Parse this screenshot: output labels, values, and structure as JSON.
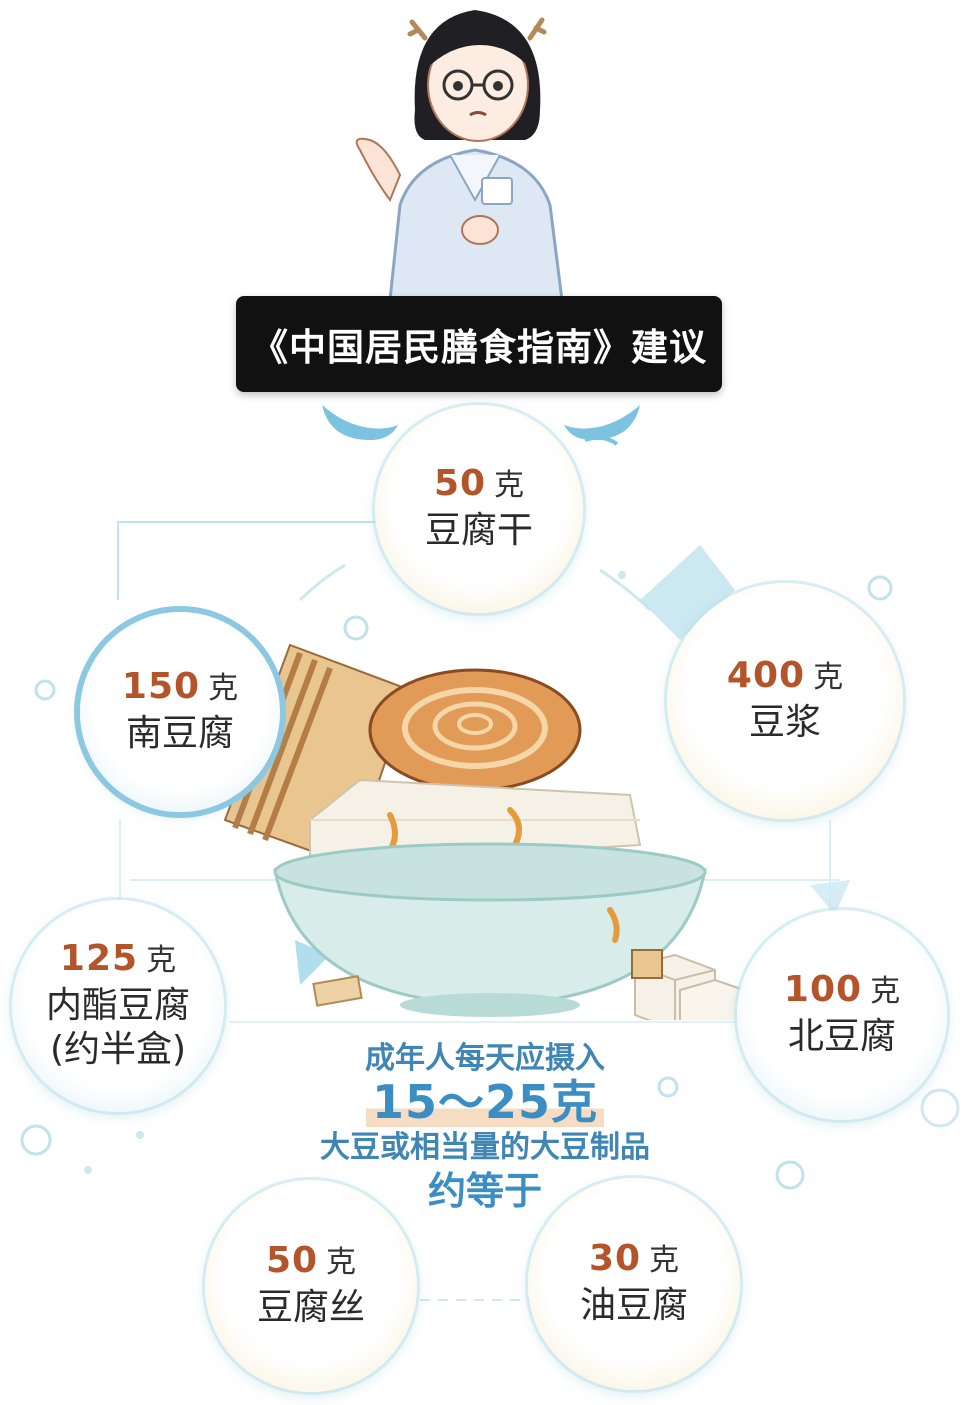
{
  "title": "《中国居民膳食指南》建议",
  "items": [
    {
      "num": "50",
      "unit": "克",
      "name": "豆腐干"
    },
    {
      "num": "400",
      "unit": "克",
      "name": "豆浆"
    },
    {
      "num": "150",
      "unit": "克",
      "name": "南豆腐"
    },
    {
      "num": "125",
      "unit": "克",
      "name": "内酯豆腐",
      "note": "(约半盒)"
    },
    {
      "num": "100",
      "unit": "克",
      "name": "北豆腐"
    },
    {
      "num": "50",
      "unit": "克",
      "name": "豆腐丝"
    },
    {
      "num": "30",
      "unit": "克",
      "name": "油豆腐"
    }
  ],
  "center": {
    "line1": "成年人每天应摄入",
    "line2": "15～25克",
    "line3": "大豆或相当量的大豆制品",
    "line4": "约等于"
  },
  "colors": {
    "number": "#b4542a",
    "accent_blue": "#3a8ec4",
    "banner": "#111111",
    "circle_rim": "#c2e5ee"
  }
}
